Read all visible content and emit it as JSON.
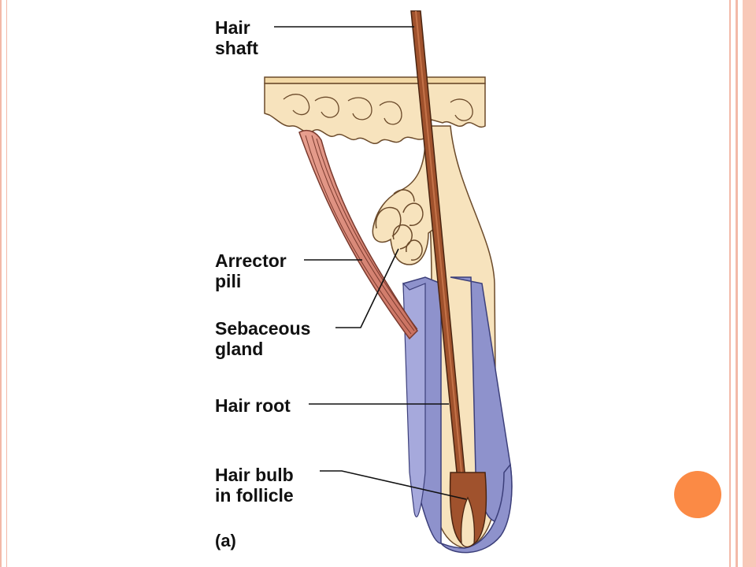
{
  "labels": {
    "hair_shaft": "Hair\nshaft",
    "arrector_pili": "Arrector\npili",
    "sebaceous_gland": "Sebaceous\ngland",
    "hair_root": "Hair root",
    "hair_bulb": "Hair bulb\nin follicle",
    "panel": "(a)"
  },
  "colors": {
    "hair": "#a0522d",
    "skin": "#f7e3bd",
    "muscle": "#d98a7a",
    "follicle_sheath": "#8e92cc",
    "accent_dot": "#fb8a45",
    "slide_border": "#f3b9a8"
  }
}
